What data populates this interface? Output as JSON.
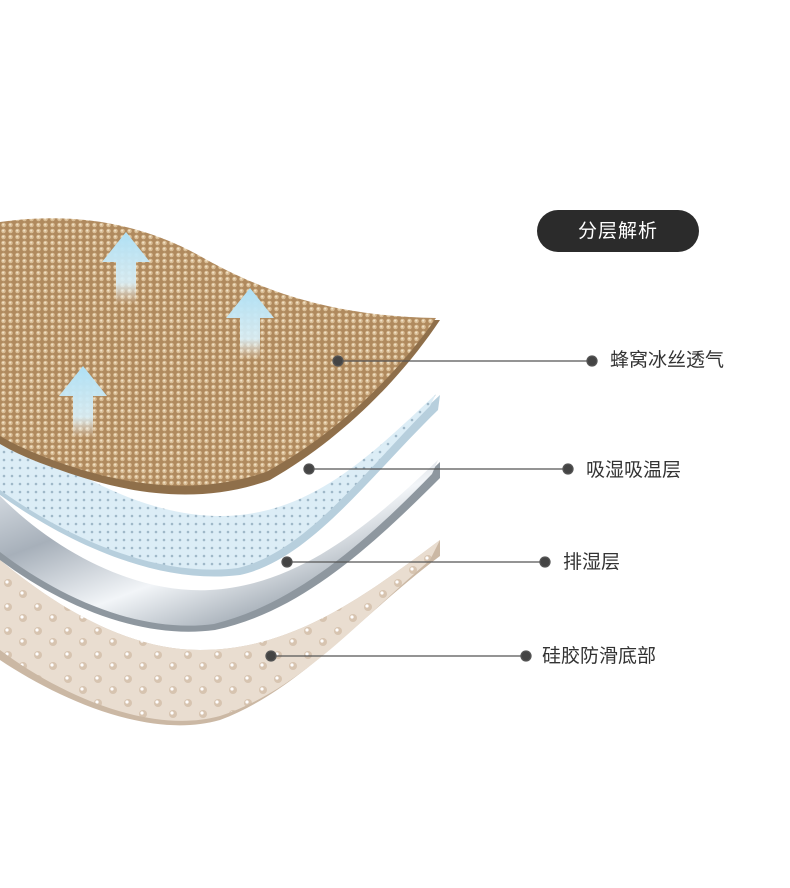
{
  "badge": {
    "title": "分层解析"
  },
  "layers": [
    {
      "name": "蜂窝冰丝透气"
    },
    {
      "name": "吸湿吸温层"
    },
    {
      "name": "排湿层"
    },
    {
      "name": "硅胶防滑底部"
    }
  ],
  "colors": {
    "badge_bg": "#2b2b2b",
    "label_text": "#333333",
    "leader_line": "#555555",
    "honeycomb": "#b8946a",
    "absorb_layer": "#dcecf6",
    "wicking_layer": "#b9c0c8",
    "silicone_base": "#e3d6c8",
    "arrow": "#bfe6f7"
  },
  "icons": [
    "airflow-arrow-icon"
  ]
}
